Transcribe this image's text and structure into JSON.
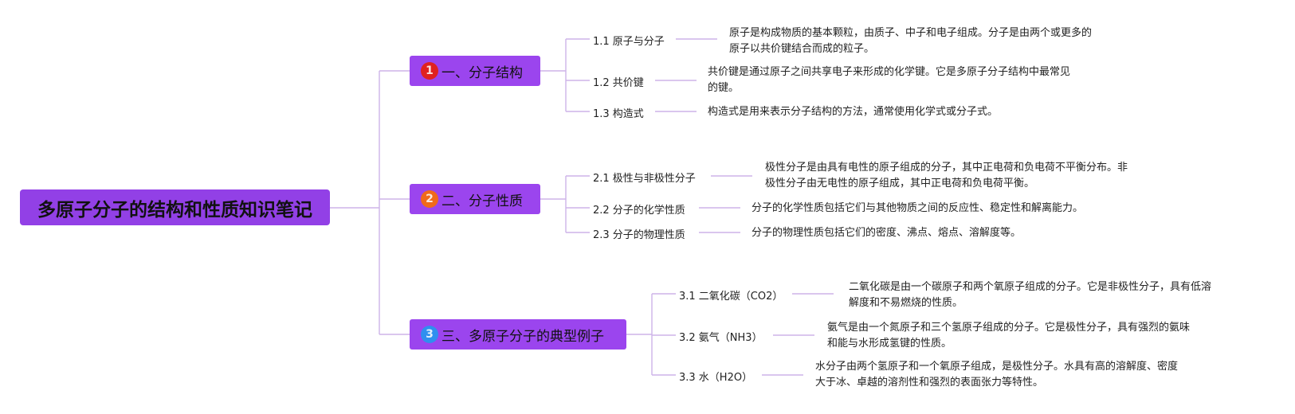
{
  "root": {
    "title": "多原子分子的结构和性质知识笔记"
  },
  "colors": {
    "node_fill": "#9b45ee",
    "connector": "#cdb4e8",
    "badges": [
      "#e0211f",
      "#f06a1a",
      "#2f8fef"
    ]
  },
  "branches": [
    {
      "badge": "1",
      "label": "一、分子结构",
      "children": [
        {
          "label": "1.1 原子与分子",
          "desc": [
            "原子是构成物质的基本颗粒，由质子、中子和电子组成。分子是由两个或更多的",
            "原子以共价键结合而成的粒子。"
          ]
        },
        {
          "label": "1.2 共价键",
          "desc": [
            "共价键是通过原子之间共享电子来形成的化学键。它是多原子分子结构中最常见",
            "的键。"
          ]
        },
        {
          "label": "1.3 构造式",
          "desc": [
            "构造式是用来表示分子结构的方法，通常使用化学式或分子式。"
          ]
        }
      ]
    },
    {
      "badge": "2",
      "label": "二、分子性质",
      "children": [
        {
          "label": "2.1 极性与非极性分子",
          "desc": [
            "极性分子是由具有电性的原子组成的分子，其中正电荷和负电荷不平衡分布。非",
            "极性分子由无电性的原子组成，其中正电荷和负电荷平衡。"
          ]
        },
        {
          "label": "2.2 分子的化学性质",
          "desc": [
            "分子的化学性质包括它们与其他物质之间的反应性、稳定性和解离能力。"
          ]
        },
        {
          "label": "2.3 分子的物理性质",
          "desc": [
            "分子的物理性质包括它们的密度、沸点、熔点、溶解度等。"
          ]
        }
      ]
    },
    {
      "badge": "3",
      "label": "三、多原子分子的典型例子",
      "children": [
        {
          "label": "3.1 二氧化碳（CO2）",
          "desc": [
            "二氧化碳是由一个碳原子和两个氧原子组成的分子。它是非极性分子，具有低溶",
            "解度和不易燃烧的性质。"
          ]
        },
        {
          "label": "3.2 氨气（NH3）",
          "desc": [
            "氨气是由一个氮原子和三个氢原子组成的分子。它是极性分子，具有强烈的氨味",
            "和能与水形成氢键的性质。"
          ]
        },
        {
          "label": "3.3 水（H2O）",
          "desc": [
            "水分子由两个氢原子和一个氧原子组成，是极性分子。水具有高的溶解度、密度",
            "大于冰、卓越的溶剂性和强烈的表面张力等特性。"
          ]
        }
      ]
    }
  ]
}
